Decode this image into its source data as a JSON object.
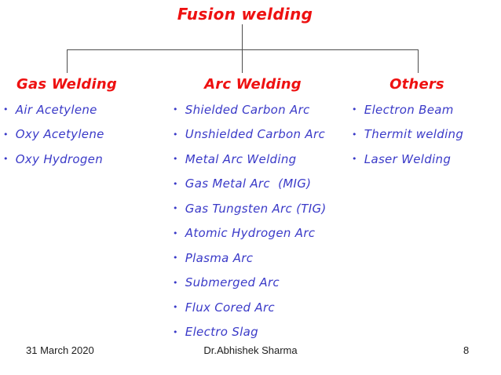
{
  "diagram": {
    "root": "Fusion welding",
    "bullet_glyph": "•",
    "branches": [
      {
        "label": "Gas Welding",
        "items": [
          "Air Acetylene",
          "Oxy Acetylene",
          "Oxy Hydrogen"
        ]
      },
      {
        "label": "Arc Welding",
        "items": [
          "Shielded Carbon Arc",
          "Unshielded Carbon Arc",
          "Metal Arc Welding",
          "Gas Metal Arc  (MIG)",
          "Gas Tungsten Arc (TIG)",
          "Atomic Hydrogen Arc",
          "Plasma Arc",
          "Submerged Arc",
          "Flux Cored Arc",
          "Electro Slag"
        ]
      },
      {
        "label": "Others",
        "items": [
          "Electron Beam",
          "Thermit welding",
          "Laser Welding"
        ]
      }
    ]
  },
  "footer": {
    "date": "31 March 2020",
    "author": "Dr.Abhishek Sharma",
    "slide_number": "8"
  },
  "colors": {
    "heading_red": "#ee1111",
    "item_blue": "#3a3ac8",
    "connector_gray": "#4d4d4d",
    "footer_black": "#1d1d1d",
    "background": "#ffffff"
  }
}
